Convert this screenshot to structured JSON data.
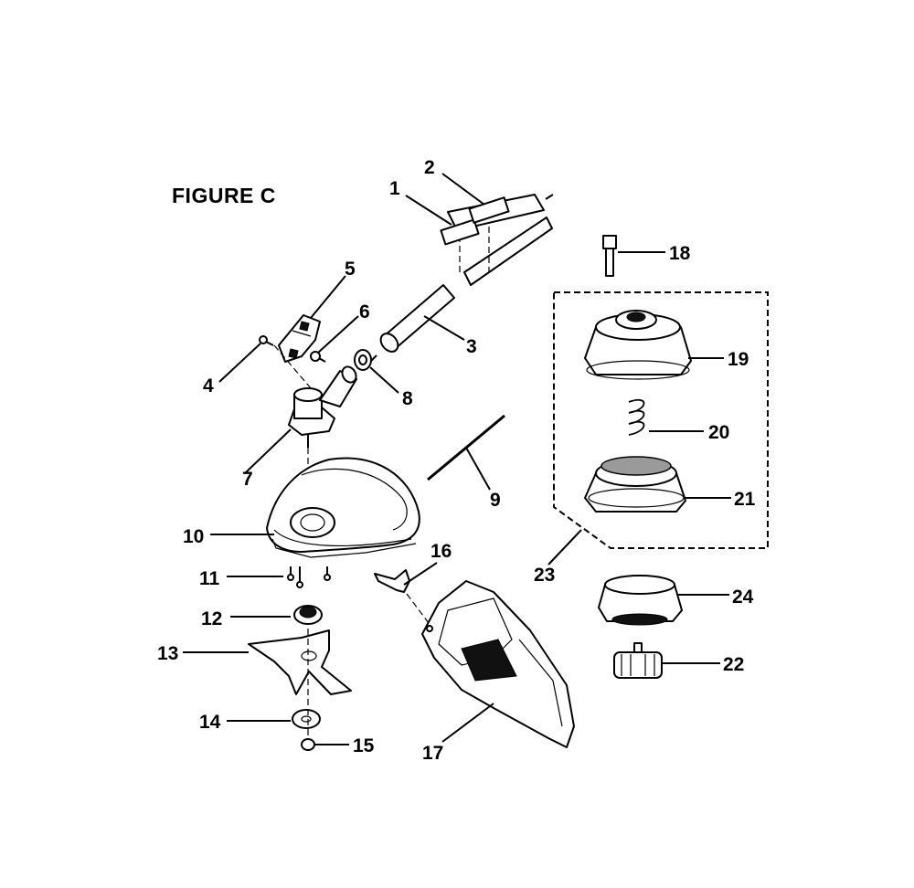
{
  "figure": {
    "title": "FIGURE C"
  },
  "callouts": {
    "c1": "1",
    "c2": "2",
    "c3": "3",
    "c4": "4",
    "c5": "5",
    "c6": "6",
    "c7": "7",
    "c8": "8",
    "c9": "9",
    "c10": "10",
    "c11": "11",
    "c12": "12",
    "c13": "13",
    "c14": "14",
    "c15": "15",
    "c16": "16",
    "c17": "17",
    "c18": "18",
    "c19": "19",
    "c20": "20",
    "c21": "21",
    "c22": "22",
    "c23": "23",
    "c24": "24"
  }
}
